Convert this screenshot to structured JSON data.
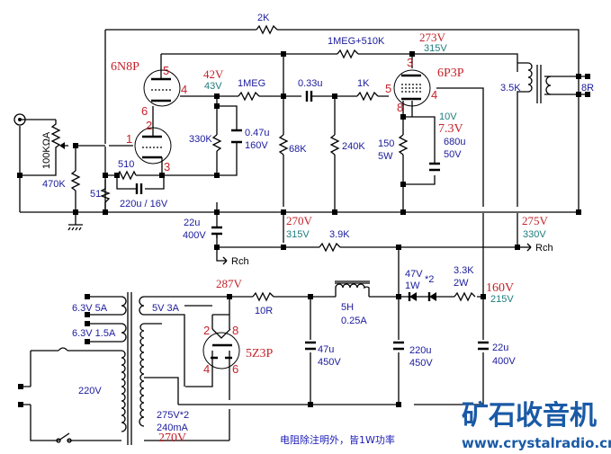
{
  "schematic": {
    "title": "6N8P + 6P3P single-ended tube amplifier with 5Z3P rectifier",
    "colors": {
      "wire": "#000000",
      "value_label": "#1a1a9c",
      "measured_voltage": "#c4222a",
      "design_voltage": "#1e7c7c",
      "watermark": "#1a5aa6"
    },
    "tubes": {
      "driver": {
        "name": "6N8P",
        "pins": [
          "5",
          "4",
          "6",
          "2",
          "1",
          "3"
        ]
      },
      "output": {
        "name": "6P3P",
        "pins": [
          "3",
          "5",
          "4",
          "8"
        ]
      },
      "rectifier": {
        "name": "5Z3P",
        "pins": [
          "2",
          "8",
          "4",
          "6"
        ]
      }
    },
    "input": {
      "volume_pot": "100KΩA",
      "grid_resistor": "470K",
      "ground_resistor": "51"
    },
    "driver_stage": {
      "cathode_resistor": "510",
      "cathode_cap": "220u / 16V",
      "feedback_resistor": "2K",
      "plate_load": "330K",
      "plate_bypass_cap": "0.47u",
      "plate_bypass_cap_voltage": "160V",
      "plate_voltage_measured": "42V",
      "plate_voltage_design": "43V",
      "plate_resistor": "1MEG"
    },
    "output_stage": {
      "bias_divider": "1MEG+510K",
      "grid_leak_68k": "68K",
      "coupling_cap": "0.33u",
      "grid_resistor": "1K",
      "grid_leak_240k": "240K",
      "cathode_resistor": "150",
      "cathode_resistor_power": "5W",
      "cathode_cap": "680u",
      "cathode_cap_voltage": "50V",
      "cathode_voltage_design": "10V",
      "cathode_voltage_measured": "7.3V",
      "plate_voltage_measured": "273V",
      "plate_voltage_design": "315V",
      "output_transformer": "3.5K",
      "speaker": "8R"
    },
    "power_supply": {
      "b_plus_node_1_measured": "270V",
      "b_plus_node_1_design": "315V",
      "b_plus_node_2_measured": "275V",
      "b_plus_node_2_design": "330V",
      "filter_cap_22u": "22u",
      "filter_cap_22u_voltage": "400V",
      "dropping_resistor": "3.9K",
      "rch_label": "Rch",
      "rectifier_output_measured": "287V",
      "series_resistor": "10R",
      "choke": "5H",
      "choke_current": "0.25A",
      "cap_47u": "47u",
      "cap_47u_voltage": "450V",
      "cap_220u": "220u",
      "cap_220u_voltage": "450V",
      "zener": "47V",
      "zener_power": "1W",
      "zener_count": "*2",
      "zener_resistor": "3.3K",
      "zener_resistor_power": "2W",
      "screen_voltage_measured": "160V",
      "screen_voltage_design": "215V",
      "cap_22u_b": "22u",
      "cap_22u_b_voltage": "400V"
    },
    "power_transformer": {
      "heater_1": "6.3V  5A",
      "heater_2": "6.3V 1.5A",
      "rect_heater": "5V 3A",
      "primary": "220V",
      "secondary": "275V*2",
      "secondary_current": "240mA",
      "secondary_measured": "270V"
    },
    "note": "电阻除注明外，皆1W功率",
    "watermark": {
      "brand": "矿石收音机",
      "url": "www.crystalradio.cn"
    }
  }
}
